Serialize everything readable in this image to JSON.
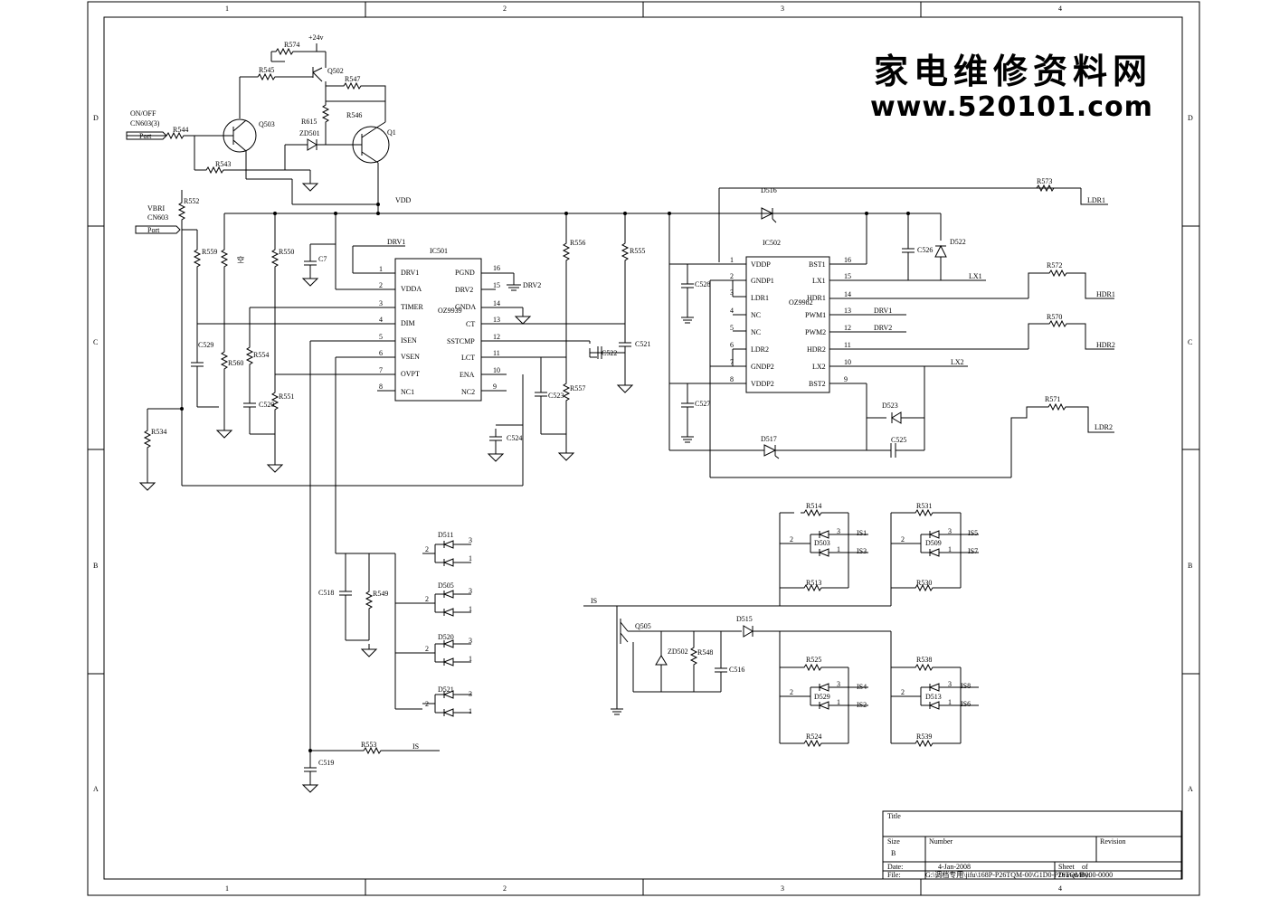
{
  "watermark": {
    "line1": "家电维修资料网",
    "line2": "www.520101.com"
  },
  "border": {
    "cols": [
      "1",
      "2",
      "3",
      "4"
    ],
    "rows": [
      "D",
      "C",
      "B",
      "A"
    ]
  },
  "nodes": {
    "vdd": "VDD",
    "p24v": "+24v",
    "onoff": "ON/OFF",
    "cn603_3": "CN603(3)",
    "vbri": "VBRI",
    "cn603": "CN603",
    "port": "Port",
    "drv1": "DRV1",
    "drv2": "DRV2",
    "lx1": "LX1",
    "lx2": "LX2",
    "ldr1": "LDR1",
    "hdr1": "HDR1",
    "hdr2": "HDR2",
    "ldr2": "LDR2",
    "is": "IS",
    "is1": "IS1",
    "is2": "IS2",
    "is3": "IS3",
    "is4": "IS4",
    "is5": "IS5",
    "is6": "IS6",
    "is7": "IS7",
    "is8": "IS8",
    "kong": "空"
  },
  "ic501": {
    "name": "IC501",
    "part": "OZ9939",
    "left": [
      [
        "1",
        "DRV1"
      ],
      [
        "2",
        "VDDA"
      ],
      [
        "3",
        "TIMER"
      ],
      [
        "4",
        "DIM"
      ],
      [
        "5",
        "ISEN"
      ],
      [
        "6",
        "VSEN"
      ],
      [
        "7",
        "OVPT"
      ],
      [
        "8",
        "NC1"
      ]
    ],
    "right": [
      [
        "16",
        "PGND"
      ],
      [
        "15",
        "DRV2"
      ],
      [
        "14",
        "GNDA"
      ],
      [
        "13",
        "CT"
      ],
      [
        "12",
        "SSTCMP"
      ],
      [
        "11",
        "LCT"
      ],
      [
        "10",
        "ENA"
      ],
      [
        "9",
        "NC2"
      ]
    ]
  },
  "ic502": {
    "name": "IC502",
    "part": "OZ9982",
    "left": [
      [
        "1",
        "VDDP"
      ],
      [
        "2",
        "GNDP1"
      ],
      [
        "3",
        "LDR1"
      ],
      [
        "4",
        "NC"
      ],
      [
        "5",
        "NC"
      ],
      [
        "6",
        "LDR2"
      ],
      [
        "7",
        "GNDP2"
      ],
      [
        "8",
        "VDDP2"
      ]
    ],
    "right": [
      [
        "16",
        "BST1"
      ],
      [
        "15",
        "LX1"
      ],
      [
        "14",
        "HDR1"
      ],
      [
        "13",
        "PWM1"
      ],
      [
        "12",
        "PWM2"
      ],
      [
        "11",
        "HDR2"
      ],
      [
        "10",
        "LX2"
      ],
      [
        "9",
        "BST2"
      ]
    ]
  },
  "components": {
    "r574": "R574",
    "r545": "R545",
    "q502": "Q502",
    "r547": "R547",
    "r546": "R546",
    "r615": "R615",
    "zd501": "ZD501",
    "q503": "Q503",
    "q1": "Q1",
    "r544": "R544",
    "r543": "R543",
    "r552": "R552",
    "r559": "R559",
    "r550": "R550",
    "c7": "C7",
    "c529": "C529",
    "r560": "R560",
    "r554": "R554",
    "c520": "C520",
    "r551": "R551",
    "r534": "R534",
    "r556": "R556",
    "r555": "R555",
    "c522": "C522",
    "c521": "C521",
    "c523": "C523",
    "r557": "R557",
    "c524": "C524",
    "d516": "D516",
    "r573": "R573",
    "c528": "C528",
    "c526": "C526",
    "d522": "D522",
    "r572": "R572",
    "r570": "R570",
    "c527": "C527",
    "d523": "D523",
    "d517": "D517",
    "c525": "C525",
    "r571": "R571",
    "d511": "D511",
    "d505": "D505",
    "d520": "D520",
    "d521": "D521",
    "c518": "C518",
    "r549": "R549",
    "r553": "R553",
    "c519": "C519",
    "r514": "R514",
    "d503": "D503",
    "r513": "R513",
    "r531": "R531",
    "d509": "D509",
    "r530": "R530",
    "q505": "Q505",
    "d515": "D515",
    "zd502": "ZD502",
    "r548": "R548",
    "c516": "C516",
    "r525": "R525",
    "d529": "D529",
    "r524": "R524",
    "r538": "R538",
    "d513": "D513",
    "r539": "R539"
  },
  "pins": {
    "p1": "1",
    "p2": "2",
    "p3": "3"
  },
  "titleblock": {
    "title_label": "Title",
    "size_label": "Size",
    "size_value": "B",
    "number_label": "Number",
    "revision_label": "Revision",
    "date_label": "Date:",
    "date_value": "4-Jan-2008",
    "sheet_label": "Sheet",
    "sheet_of": "of",
    "file_label": "File:",
    "file_value": "G:\\调档专用\\jifu\\168P-P26TQM-00\\G1D0-P26TQM0000-0000",
    "drawn_label": "Drawn By:"
  }
}
